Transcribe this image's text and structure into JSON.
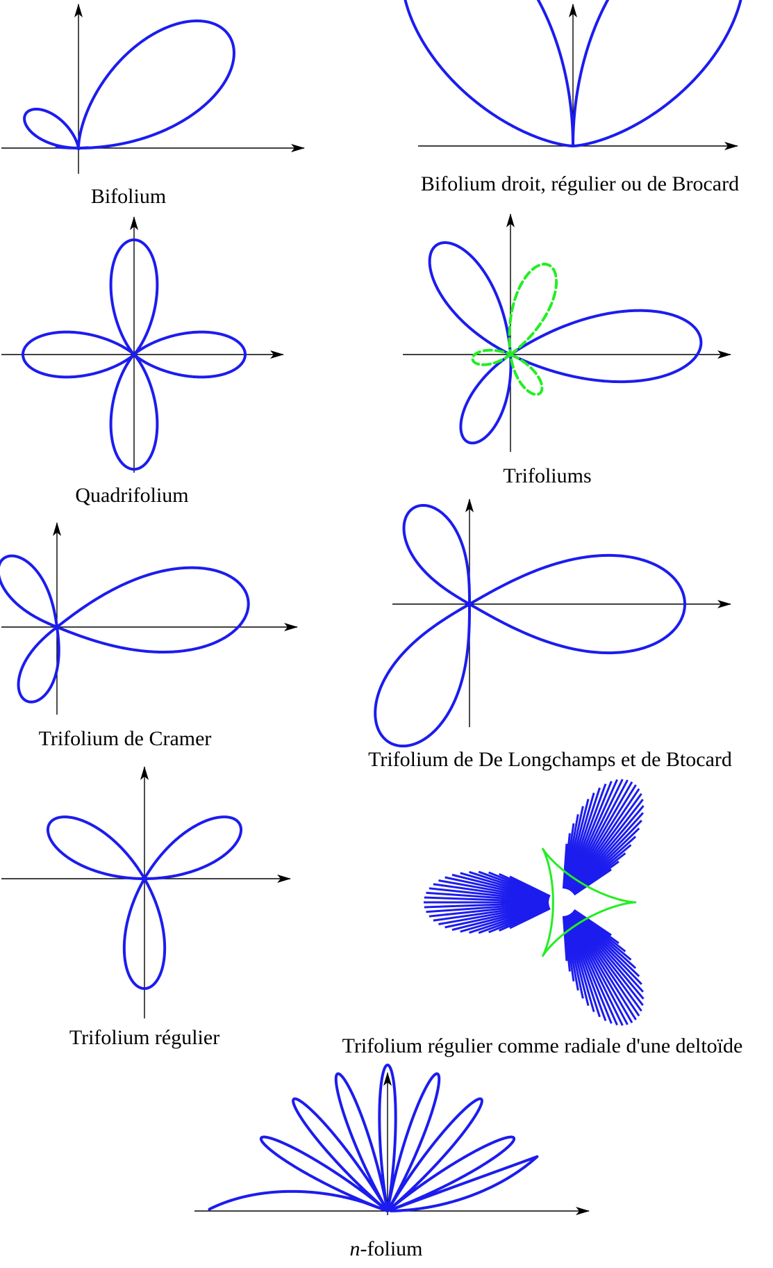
{
  "colors": {
    "curve": "#1c1cee",
    "secondary": "#22ee22",
    "axis": "#000000",
    "background": "#ffffff"
  },
  "panels": [
    {
      "id": "bifolium",
      "caption": "Bifolium"
    },
    {
      "id": "bifolium-droit",
      "caption": "Bifolium droit, régulier ou de Brocard"
    },
    {
      "id": "quadrifolium",
      "caption": "Quadrifolium"
    },
    {
      "id": "trifoliums",
      "caption": "Trifoliums"
    },
    {
      "id": "trifolium-cramer",
      "caption": "Trifolium de Cramer"
    },
    {
      "id": "trifolium-longchamps",
      "caption": "Trifolium de De Longchamps et de Btocard"
    },
    {
      "id": "trifolium-regulier",
      "caption": "Trifolium régulier"
    },
    {
      "id": "trifolium-radiale",
      "caption": "Trifolium régulier comme radiale d'une deltoïde"
    },
    {
      "id": "n-folium",
      "caption_italic": "n",
      "caption_rest": "-folium"
    }
  ]
}
